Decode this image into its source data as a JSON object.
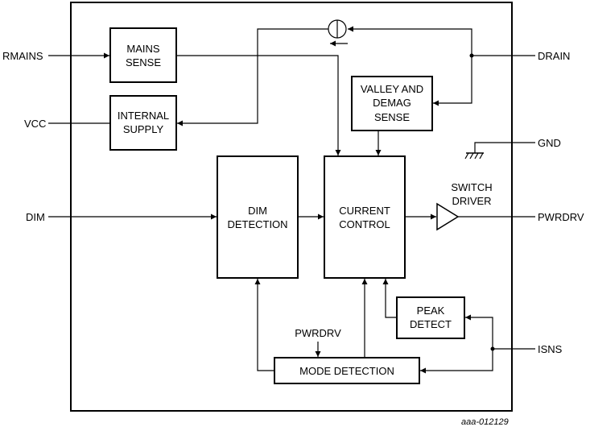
{
  "pins": {
    "rmains": "RMAINS",
    "vcc": "VCC",
    "dim": "DIM",
    "drain": "DRAIN",
    "gnd": "GND",
    "pwrdrv": "PWRDRV",
    "isns": "ISNS"
  },
  "blocks": {
    "mains_sense": [
      "MAINS",
      "SENSE"
    ],
    "internal_supply": [
      "INTERNAL",
      "SUPPLY"
    ],
    "valley_demag": [
      "VALLEY AND",
      "DEMAG",
      "SENSE"
    ],
    "dim_detection": [
      "DIM",
      "DETECTION"
    ],
    "current_control": [
      "CURRENT",
      "CONTROL"
    ],
    "peak_detect": [
      "PEAK",
      "DETECT"
    ],
    "mode_detection": "MODE DETECTION"
  },
  "labels": {
    "switch_driver": [
      "SWITCH",
      "DRIVER"
    ],
    "pwrdrv_internal": "PWRDRV"
  },
  "figure_ref": "aaa-012129"
}
